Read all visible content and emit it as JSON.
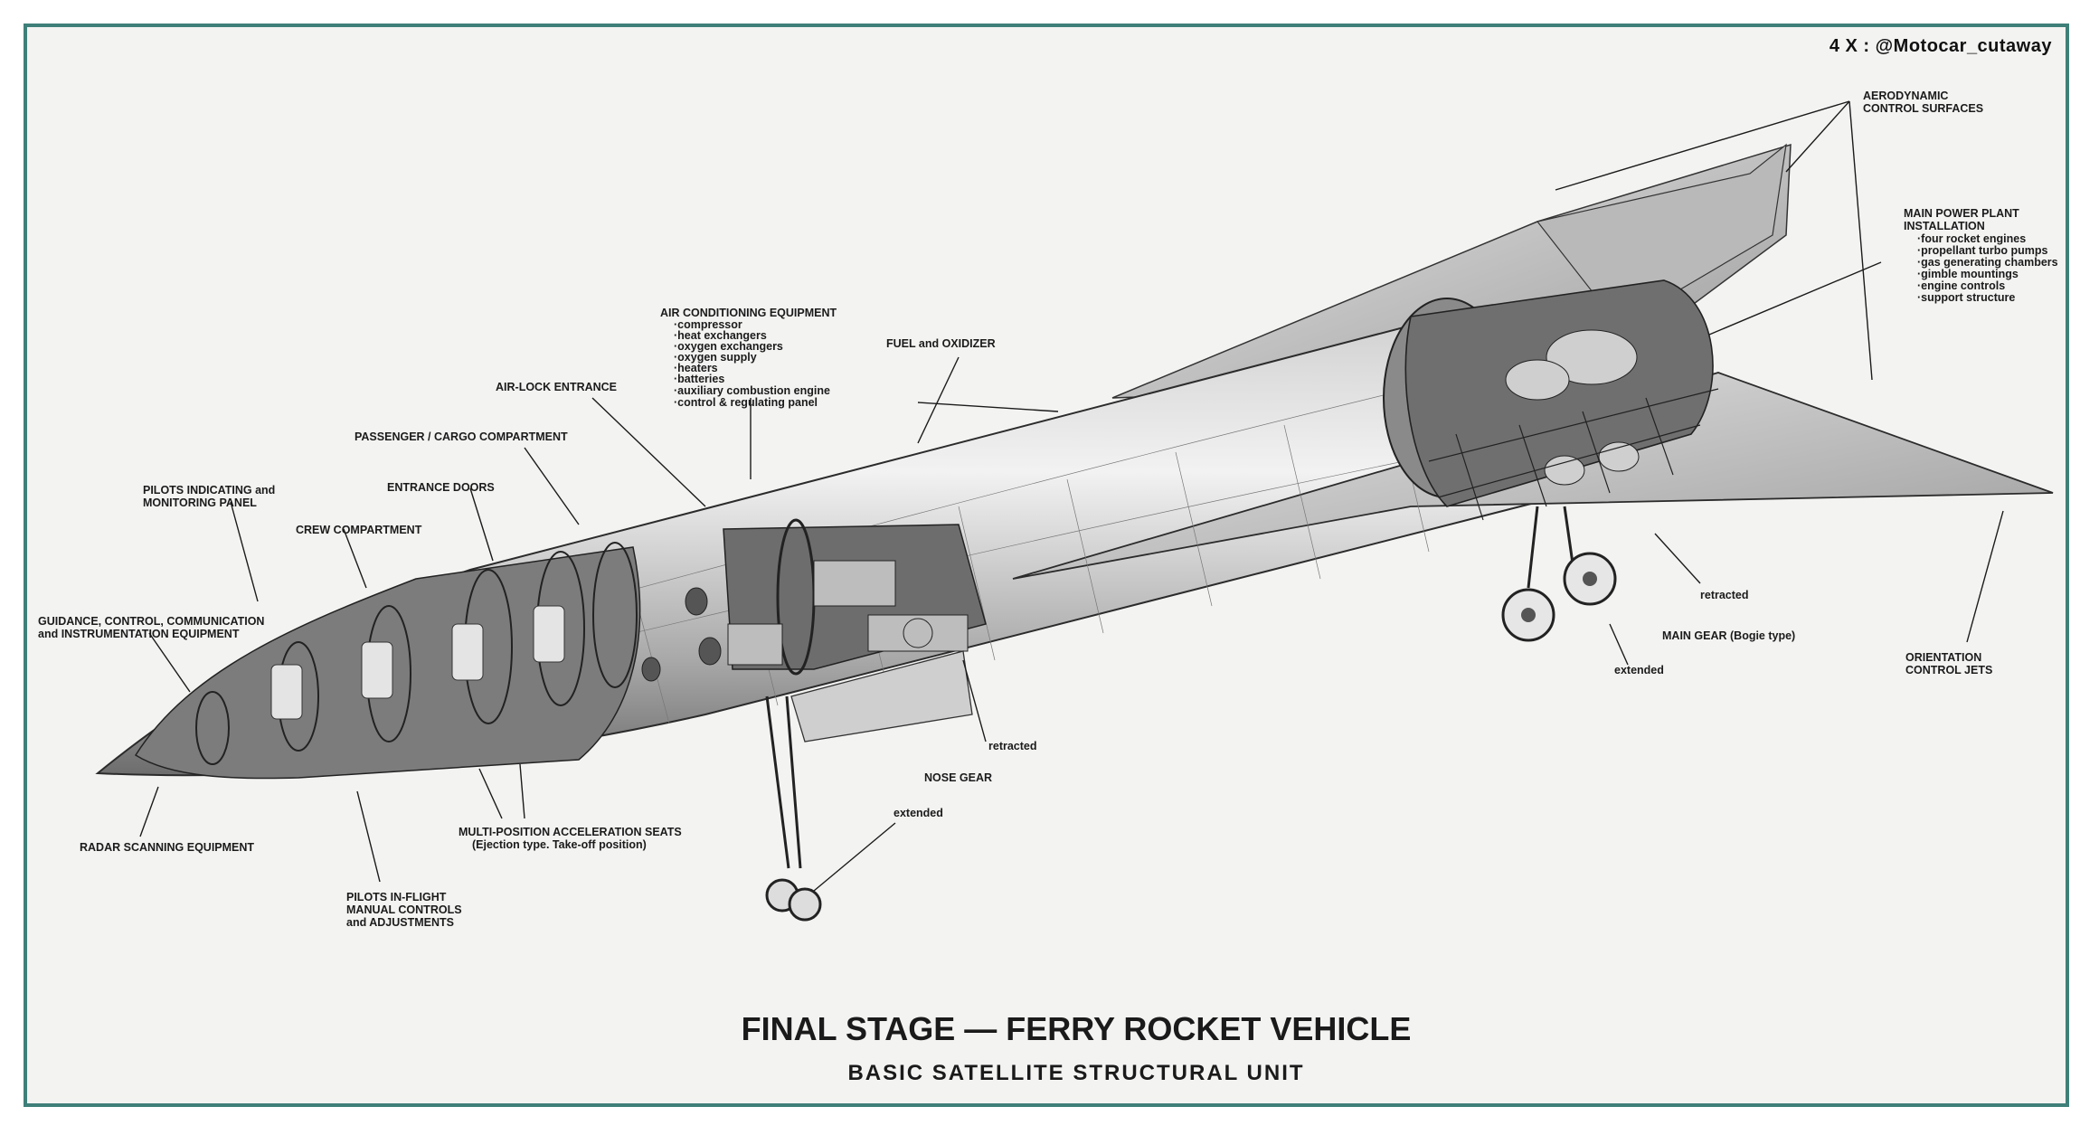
{
  "watermark": "4 X : @Motocar_cutaway",
  "title": "FINAL STAGE — FERRY ROCKET VEHICLE",
  "subtitle": "BASIC SATELLITE STRUCTURAL UNIT",
  "labels": {
    "aero_control": [
      "AERODYNAMIC",
      "CONTROL SURFACES"
    ],
    "main_power": [
      "MAIN POWER PLANT",
      "INSTALLATION",
      "·four rocket engines",
      "·propellant turbo pumps",
      "·gas generating chambers",
      "·gimble mountings",
      "·engine controls",
      "·support structure"
    ],
    "air_cond": [
      "AIR CONDITIONING EQUIPMENT",
      "·compressor",
      "·heat exchangers",
      "·oxygen exchangers",
      "·oxygen supply",
      "·heaters",
      "·batteries",
      "·auxiliary combustion engine",
      "·control & regulating panel"
    ],
    "fuel": "FUEL and OXIDIZER",
    "air_lock": "AIR-LOCK ENTRANCE",
    "passenger": "PASSENGER / CARGO COMPARTMENT",
    "entrance_doors": "ENTRANCE DOORS",
    "pilots_panel": [
      "PILOTS INDICATING and",
      "MONITORING PANEL"
    ],
    "crew": "CREW COMPARTMENT",
    "guidance": [
      "GUIDANCE, CONTROL, COMMUNICATION",
      "and INSTRUMENTATION EQUIPMENT"
    ],
    "radar": "RADAR SCANNING EQUIPMENT",
    "pilots_controls": [
      "PILOTS IN-FLIGHT",
      "MANUAL CONTROLS",
      "and ADJUSTMENTS"
    ],
    "seats": [
      "MULTI-POSITION ACCELERATION SEATS",
      "(Ejection type.  Take-off position)"
    ],
    "nose_retracted": "retracted",
    "nose_gear": "NOSE GEAR",
    "nose_extended": "extended",
    "main_retracted": "retracted",
    "main_gear": "MAIN GEAR (Bogie type)",
    "main_extended": "extended",
    "orientation": [
      "ORIENTATION",
      "CONTROL JETS"
    ]
  }
}
